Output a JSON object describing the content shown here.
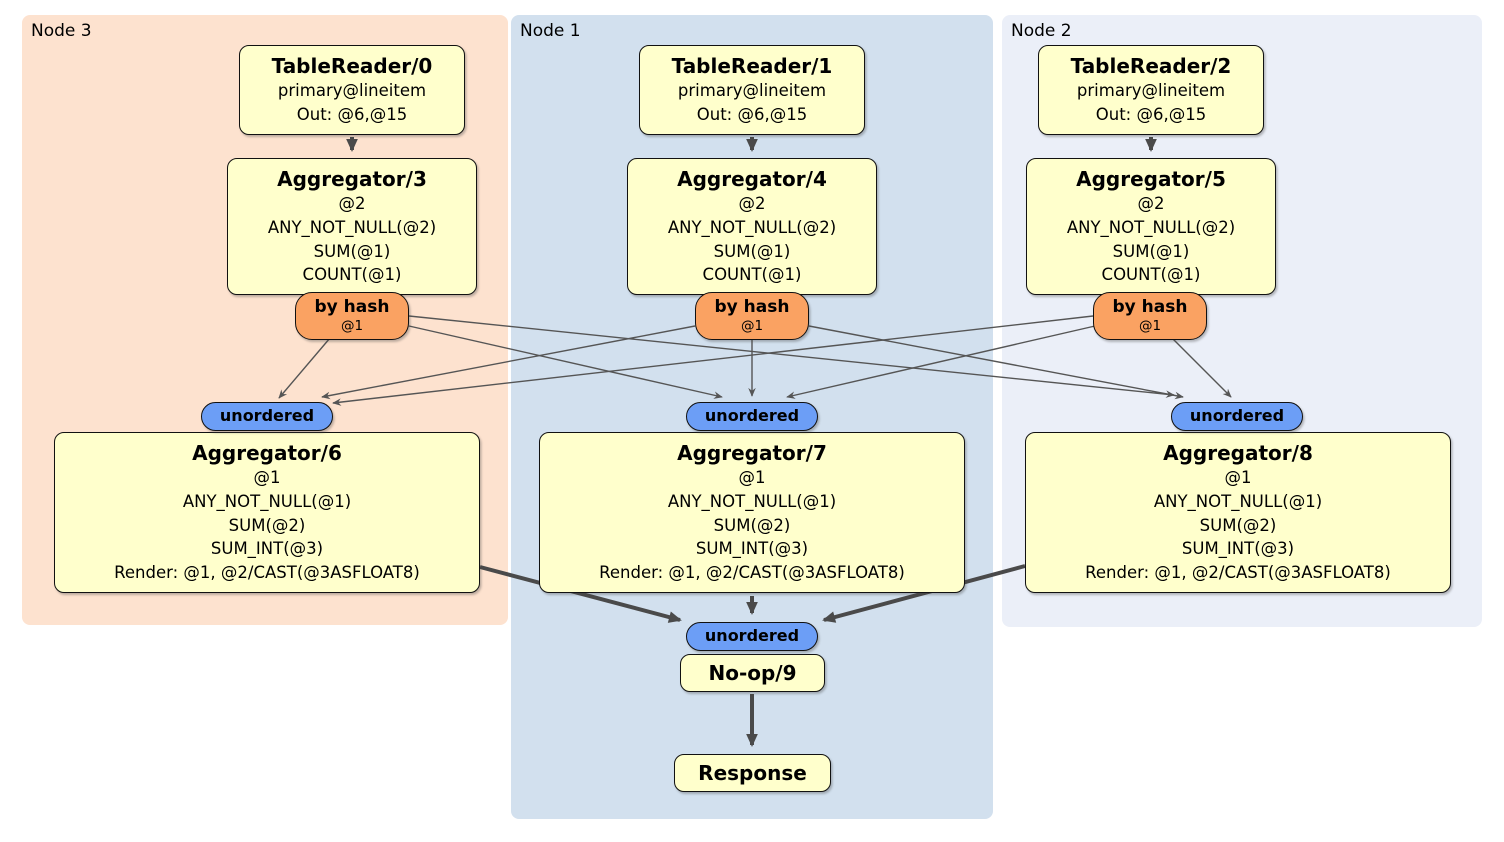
{
  "colors": {
    "page_bg": "#ffffff",
    "box_fill": "#ffffcc",
    "box_border": "#111111",
    "hash_fill": "#faa262",
    "router_fill": "#6c9ef6",
    "edge_thin": "#555555",
    "edge_thick": "#4a4a4a",
    "node3_bg": "#fde2cf",
    "node1_bg": "#d2e0ee",
    "node2_bg": "#ebeff8"
  },
  "panels": [
    {
      "id": "node3",
      "label": "Node 3",
      "bg": "#fde2cf"
    },
    {
      "id": "node1",
      "label": "Node 1",
      "bg": "#d2e0ee"
    },
    {
      "id": "node2",
      "label": "Node 2",
      "bg": "#ebeff8"
    }
  ],
  "boxes": [
    {
      "id": "tr0",
      "title": "TableReader/0",
      "lines": [
        "primary@lineitem",
        "Out: @6,@15"
      ]
    },
    {
      "id": "tr1",
      "title": "TableReader/1",
      "lines": [
        "primary@lineitem",
        "Out: @6,@15"
      ]
    },
    {
      "id": "tr2",
      "title": "TableReader/2",
      "lines": [
        "primary@lineitem",
        "Out: @6,@15"
      ]
    },
    {
      "id": "agg3",
      "title": "Aggregator/3",
      "lines": [
        "@2",
        "ANY_NOT_NULL(@2)",
        "SUM(@1)",
        "COUNT(@1)"
      ]
    },
    {
      "id": "agg4",
      "title": "Aggregator/4",
      "lines": [
        "@2",
        "ANY_NOT_NULL(@2)",
        "SUM(@1)",
        "COUNT(@1)"
      ]
    },
    {
      "id": "agg5",
      "title": "Aggregator/5",
      "lines": [
        "@2",
        "ANY_NOT_NULL(@2)",
        "SUM(@1)",
        "COUNT(@1)"
      ]
    },
    {
      "id": "agg6",
      "title": "Aggregator/6",
      "lines": [
        "@1",
        "ANY_NOT_NULL(@1)",
        "SUM(@2)",
        "SUM_INT(@3)",
        "Render: @1, @2/CAST(@3ASFLOAT8)"
      ]
    },
    {
      "id": "agg7",
      "title": "Aggregator/7",
      "lines": [
        "@1",
        "ANY_NOT_NULL(@1)",
        "SUM(@2)",
        "SUM_INT(@3)",
        "Render: @1, @2/CAST(@3ASFLOAT8)"
      ]
    },
    {
      "id": "agg8",
      "title": "Aggregator/8",
      "lines": [
        "@1",
        "ANY_NOT_NULL(@1)",
        "SUM(@2)",
        "SUM_INT(@3)",
        "Render: @1, @2/CAST(@3ASFLOAT8)"
      ]
    },
    {
      "id": "noop9",
      "title": "No-op/9",
      "lines": []
    },
    {
      "id": "response",
      "title": "Response",
      "lines": []
    }
  ],
  "ovals": [
    {
      "id": "hash3",
      "label": "by hash",
      "sub": "@1",
      "kind": "hash"
    },
    {
      "id": "hash4",
      "label": "by hash",
      "sub": "@1",
      "kind": "hash"
    },
    {
      "id": "hash5",
      "label": "by hash",
      "sub": "@1",
      "kind": "hash"
    },
    {
      "id": "router6",
      "label": "unordered",
      "kind": "router"
    },
    {
      "id": "router7",
      "label": "unordered",
      "kind": "router"
    },
    {
      "id": "router8",
      "label": "unordered",
      "kind": "router"
    },
    {
      "id": "router9",
      "label": "unordered",
      "kind": "router"
    }
  ],
  "edges": [
    {
      "from": "TableReader/0",
      "to": "Aggregator/3",
      "style": "thick"
    },
    {
      "from": "TableReader/1",
      "to": "Aggregator/4",
      "style": "thick"
    },
    {
      "from": "TableReader/2",
      "to": "Aggregator/5",
      "style": "thick"
    },
    {
      "from": "by hash (Node 3)",
      "to": "unordered (Node 3)",
      "style": "thin"
    },
    {
      "from": "by hash (Node 3)",
      "to": "unordered (Node 1)",
      "style": "thin"
    },
    {
      "from": "by hash (Node 3)",
      "to": "unordered (Node 2)",
      "style": "thin"
    },
    {
      "from": "by hash (Node 1)",
      "to": "unordered (Node 3)",
      "style": "thin"
    },
    {
      "from": "by hash (Node 1)",
      "to": "unordered (Node 1)",
      "style": "thin"
    },
    {
      "from": "by hash (Node 1)",
      "to": "unordered (Node 2)",
      "style": "thin"
    },
    {
      "from": "by hash (Node 2)",
      "to": "unordered (Node 3)",
      "style": "thin"
    },
    {
      "from": "by hash (Node 2)",
      "to": "unordered (Node 1)",
      "style": "thin"
    },
    {
      "from": "by hash (Node 2)",
      "to": "unordered (Node 2)",
      "style": "thin"
    },
    {
      "from": "Aggregator/6",
      "to": "unordered (final)",
      "style": "thick"
    },
    {
      "from": "Aggregator/7",
      "to": "unordered (final)",
      "style": "thick"
    },
    {
      "from": "Aggregator/8",
      "to": "unordered (final)",
      "style": "thick"
    },
    {
      "from": "No-op/9",
      "to": "Response",
      "style": "thick"
    }
  ]
}
